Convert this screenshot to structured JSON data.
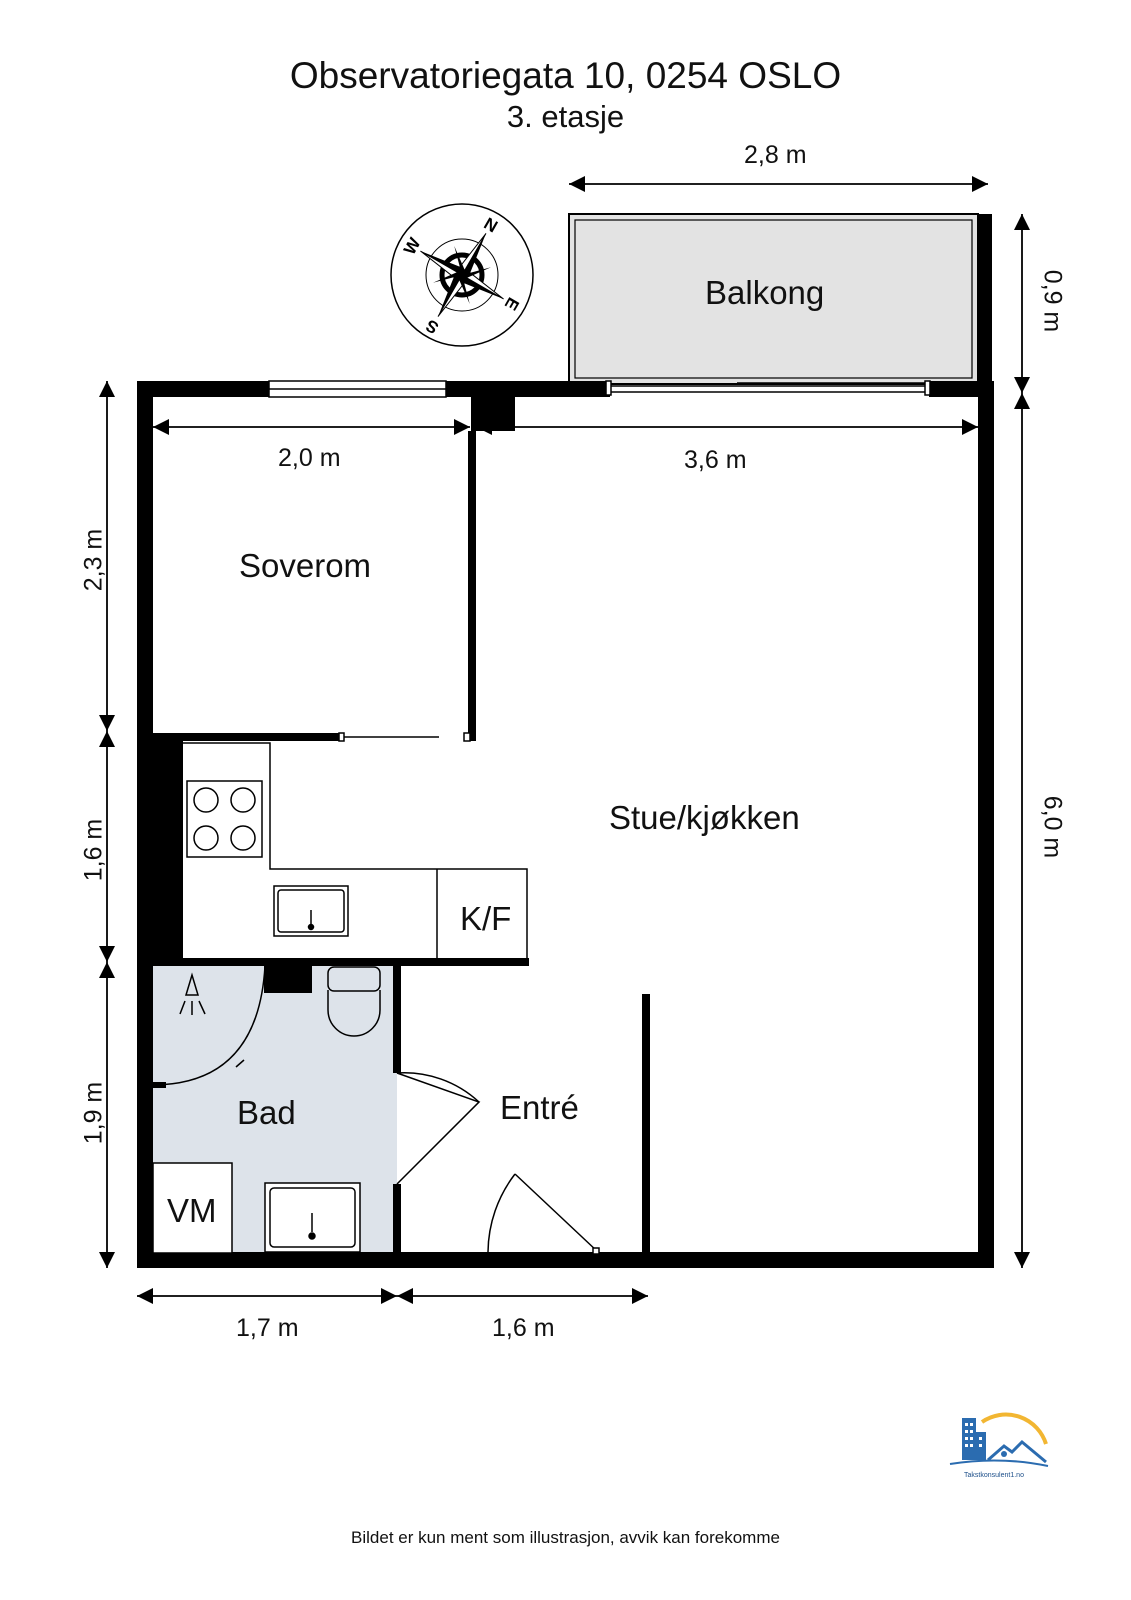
{
  "header": {
    "title": "Observatoriegata 10, 0254 OSLO",
    "floor": "3. etasje"
  },
  "compass": {
    "labels": [
      "N",
      "E",
      "S",
      "W"
    ],
    "icon": "compass-rose-icon"
  },
  "rooms": {
    "balcony": "Balkong",
    "bedroom": "Soverom",
    "living_kitchen": "Stue/kjøkken",
    "bathroom": "Bad",
    "entrance": "Entré",
    "fridge_freezer": "K/F",
    "washing_machine": "VM"
  },
  "dimensions": {
    "balcony_width": "2,8 m",
    "balcony_depth": "0,9 m",
    "bedroom_width": "2,0 m",
    "living_width": "3,6 m",
    "bedroom_height": "2,3 m",
    "kitchen_height": "1,6 m",
    "bath_height": "1,9 m",
    "total_height": "6,0 m",
    "bath_width": "1,7 m",
    "entrance_width": "1,6 m"
  },
  "logo": {
    "caption": "Takstkonsulent1.no",
    "icon": "building-sun-logo-icon"
  },
  "footer": {
    "disclaimer": "Bildet er kun ment som illustrasjon, avvik kan forekomme"
  },
  "colors": {
    "wall": "#000000",
    "balcony_fill": "#e3e3e3",
    "bath_fill": "#dde3ea",
    "logo_blue": "#2b6cb0",
    "logo_sun": "#f2b632"
  }
}
